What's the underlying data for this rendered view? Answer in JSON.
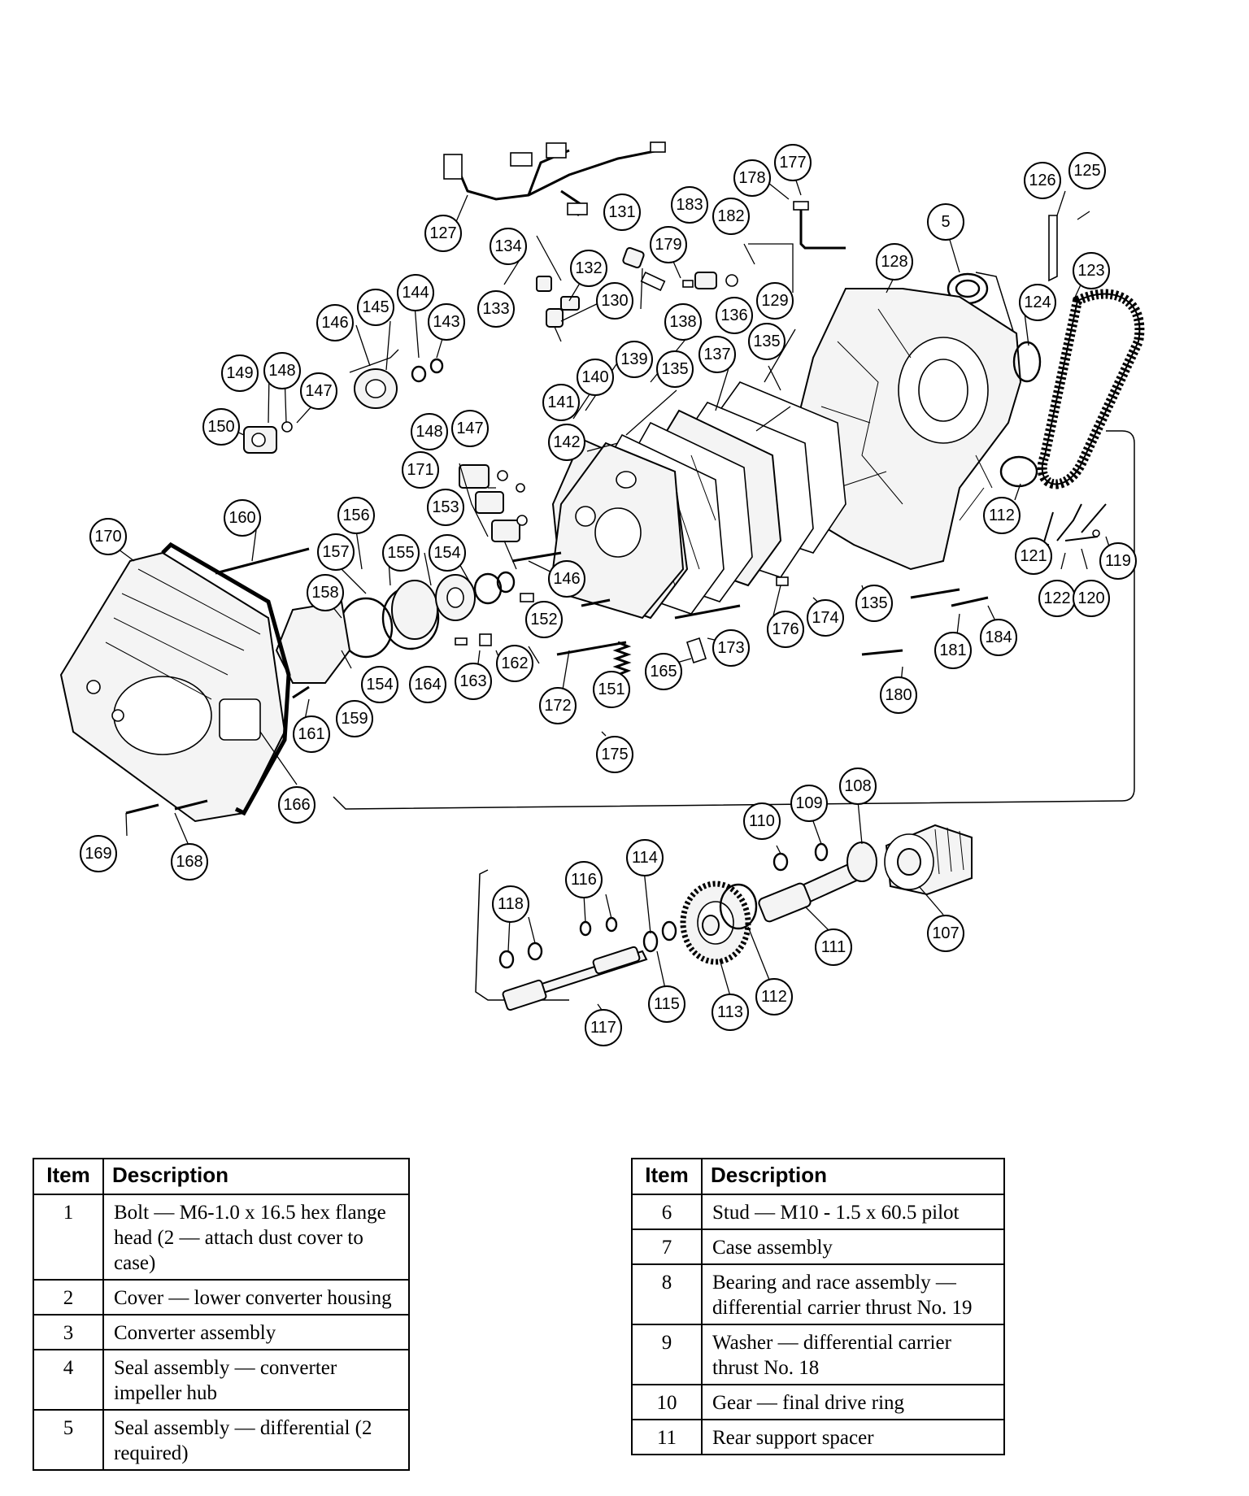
{
  "diagram": {
    "callouts": [
      "127",
      "134",
      "131",
      "132",
      "133",
      "130",
      "183",
      "182",
      "179",
      "178",
      "177",
      "126",
      "125",
      "5",
      "128",
      "123",
      "124",
      "146",
      "145",
      "144",
      "143",
      "149",
      "148",
      "147",
      "150",
      "138",
      "136",
      "129",
      "137",
      "135",
      "140",
      "139",
      "141",
      "142",
      "171",
      "153",
      "152",
      "170",
      "160",
      "156",
      "157",
      "155",
      "154",
      "158",
      "164",
      "163",
      "162",
      "161",
      "159",
      "166",
      "172",
      "151",
      "165",
      "173",
      "176",
      "174",
      "175",
      "180",
      "181",
      "184",
      "121",
      "122",
      "120",
      "119",
      "112",
      "169",
      "168",
      "118",
      "116",
      "114",
      "117",
      "115",
      "113",
      "110",
      "109",
      "108",
      "111",
      "107"
    ]
  },
  "table_left": {
    "header": {
      "item": "Item",
      "description": "Description"
    },
    "rows": [
      {
        "item": "1",
        "description": "Bolt — M6-1.0 x 16.5 hex flange head (2 — attach dust cover to case)"
      },
      {
        "item": "2",
        "description": "Cover — lower converter housing"
      },
      {
        "item": "3",
        "description": "Converter assembly"
      },
      {
        "item": "4",
        "description": "Seal assembly — converter impeller hub"
      },
      {
        "item": "5",
        "description": "Seal assembly — differential (2 required)"
      }
    ]
  },
  "table_right": {
    "header": {
      "item": "Item",
      "description": "Description"
    },
    "rows": [
      {
        "item": "6",
        "description": "Stud — M10 - 1.5 x 60.5 pilot"
      },
      {
        "item": "7",
        "description": "Case assembly"
      },
      {
        "item": "8",
        "description": "Bearing and race assembly — differential carrier thrust No. 19"
      },
      {
        "item": "9",
        "description": "Washer — differential carrier thrust No. 18"
      },
      {
        "item": "10",
        "description": "Gear — final drive ring"
      },
      {
        "item": "11",
        "description": "Rear support spacer"
      }
    ]
  }
}
